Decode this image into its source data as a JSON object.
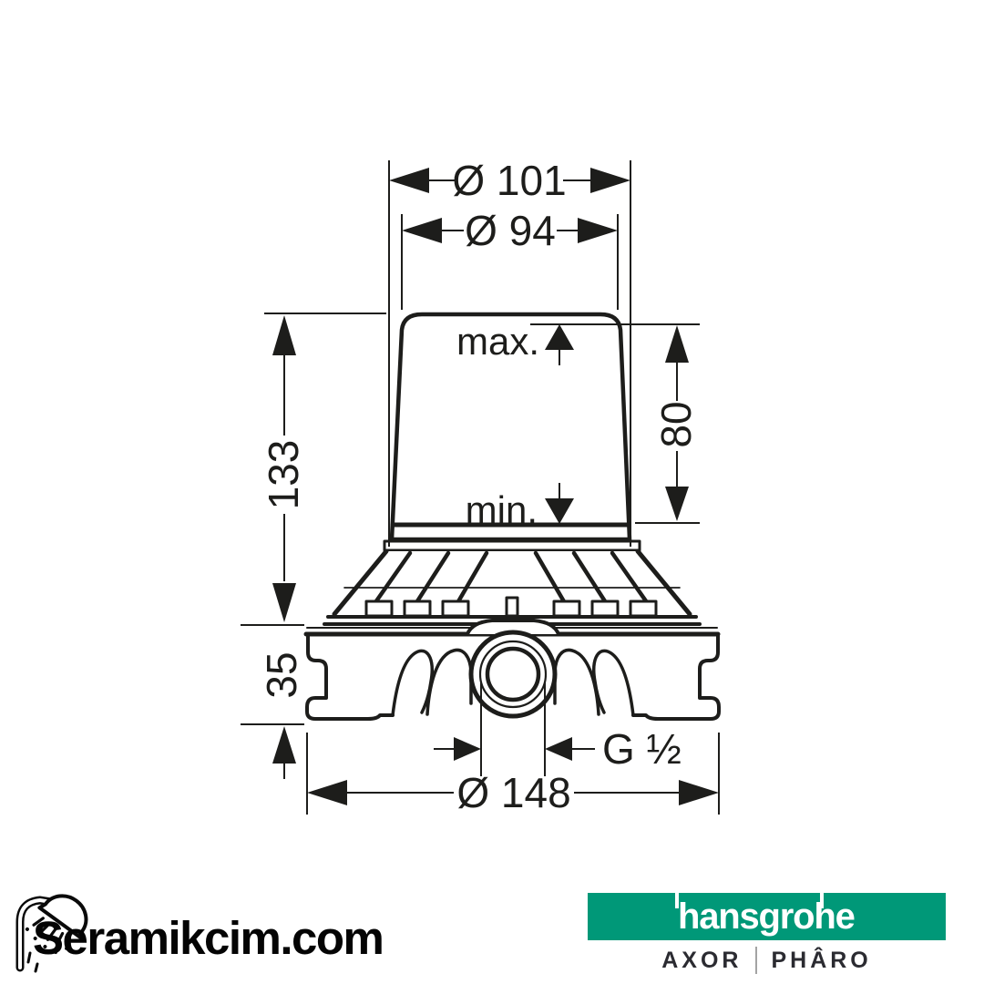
{
  "drawing": {
    "dim_diameter_top_outer": "Ø 101",
    "dim_diameter_top_inner": "Ø 94",
    "label_max": "max.",
    "label_min": "min.",
    "dim_adjust_height": "80",
    "dim_total_height": "133",
    "dim_base_height": "35",
    "dim_thread": "G ½",
    "dim_base_diameter": "Ø 148",
    "line_color": "#1d1d1b"
  },
  "branding": {
    "retailer": "Seramikcim.com",
    "manufacturer": "hansgrohe",
    "brand_left": "AXOR",
    "brand_right": "PHÂRO",
    "green": "#009878"
  }
}
